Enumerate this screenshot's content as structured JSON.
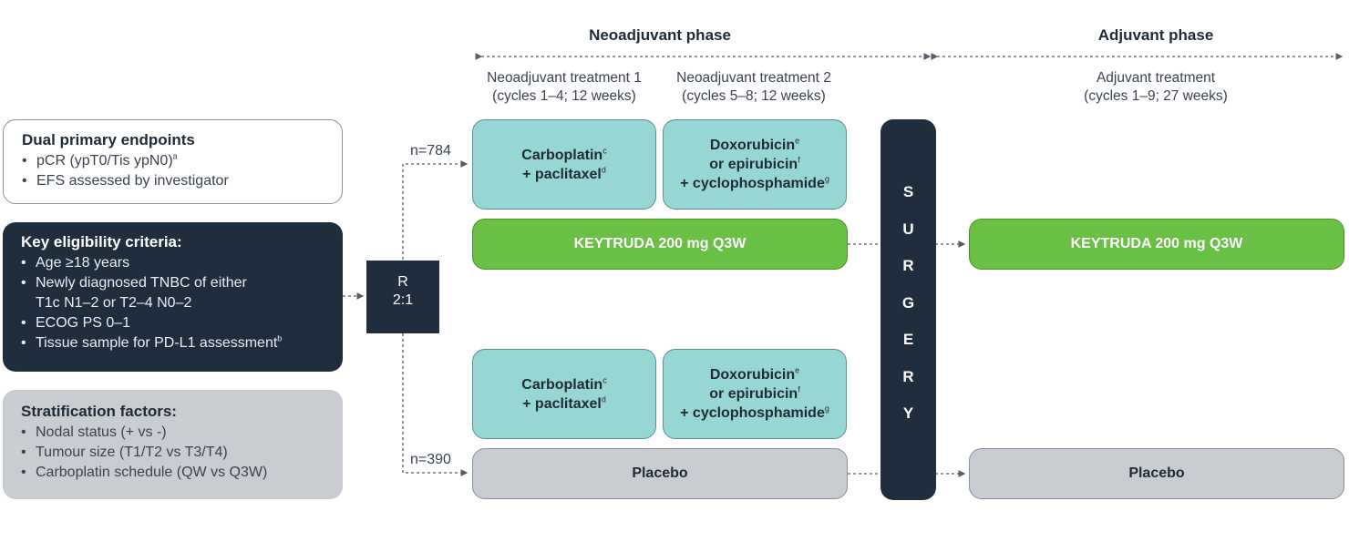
{
  "phases": {
    "neoadjuvant": "Neoadjuvant phase",
    "adjuvant": "Adjuvant phase"
  },
  "treatments": {
    "neo1": {
      "line1": "Neoadjuvant treatment 1",
      "line2": "(cycles 1–4; 12 weeks)"
    },
    "neo2": {
      "line1": "Neoadjuvant treatment 2",
      "line2": "(cycles 5–8; 12 weeks)"
    },
    "adj": {
      "line1": "Adjuvant treatment",
      "line2": "(cycles 1–9; 27 weeks)"
    }
  },
  "endpoints": {
    "title": "Dual primary endpoints",
    "items": [
      "pCR (ypT0/Tis ypN0)",
      "EFS assessed by investigator"
    ],
    "sup": "a"
  },
  "eligibility": {
    "title": "Key eligibility criteria:",
    "items": [
      "Age ≥18 years",
      "Newly diagnosed TNBC of either",
      "T1c N1–2 or T2–4 N0–2",
      "ECOG PS 0–1",
      "Tissue sample for PD-L1 assessment"
    ],
    "sup": "b"
  },
  "stratification": {
    "title": "Stratification factors:",
    "items": [
      "Nodal status (+ vs -)",
      "Tumour size (T1/T2 vs T3/T4)",
      "Carboplatin schedule (QW vs Q3W)"
    ]
  },
  "randomization": {
    "label": "R",
    "ratio": "2:1"
  },
  "arms": {
    "n_top": "n=784",
    "n_bottom": "n=390"
  },
  "regimens": {
    "carbo_1": "Carboplatin",
    "carbo_2": "+ paclitaxel",
    "doxo_1": "Doxorubicin",
    "doxo_2": "or epirubicin",
    "doxo_3": "+ cyclophosphamide",
    "sup_c": "c",
    "sup_d": "d",
    "sup_e": "e",
    "sup_f": "f",
    "sup_g": "g"
  },
  "keytruda": "KEYTRUDA 200 mg Q3W",
  "placebo": "Placebo",
  "surgery_letters": [
    "S",
    "U",
    "R",
    "G",
    "E",
    "R",
    "Y"
  ]
}
